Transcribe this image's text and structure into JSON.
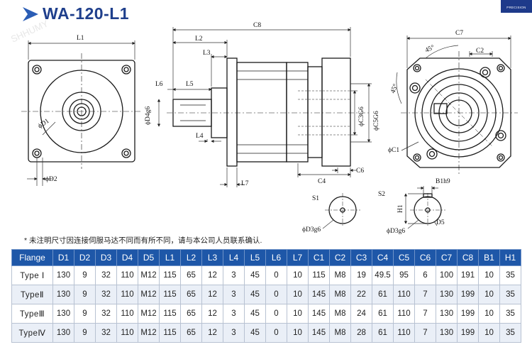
{
  "title": "WA-120-L1",
  "brand": "PRECISION",
  "watermark": "SHHUMY",
  "note": "* 未注明尺寸因连接伺服马达不同而有所不同，请与本公司人员联系确认.",
  "drawing_labels": {
    "front": {
      "L1": "L1",
      "D1": "ϕD1",
      "D2": "ϕD2"
    },
    "side": {
      "C8": "C8",
      "L2": "L2",
      "L3": "L3",
      "L6": "L6",
      "L5": "L5",
      "L4": "L4",
      "L7": "L7",
      "D4": "ϕD4g6",
      "C3": "ϕC3G6",
      "C5": "ϕC5G6",
      "C4": "C4",
      "C6": "C6"
    },
    "rear": {
      "C7": "C7",
      "C2": "C2",
      "angle_top": "45°",
      "angle_left": "45°",
      "C1": "ϕC1"
    },
    "shafts": {
      "S1": "S1",
      "S2": "S2",
      "B1": "B1h9",
      "H1": "H1",
      "D3_s1": "ϕD3g6",
      "D3_s2": "ϕD3g6",
      "D5": "D5"
    }
  },
  "table": {
    "headers": [
      "Flange",
      "D1",
      "D2",
      "D3",
      "D4",
      "D5",
      "L1",
      "L2",
      "L3",
      "L4",
      "L5",
      "L6",
      "L7",
      "C1",
      "C2",
      "C3",
      "C4",
      "C5",
      "C6",
      "C7",
      "C8",
      "B1",
      "H1"
    ],
    "rows": [
      [
        "Type Ⅰ",
        "130",
        "9",
        "32",
        "110",
        "M12",
        "115",
        "65",
        "12",
        "3",
        "45",
        "0",
        "10",
        "115",
        "M8",
        "19",
        "49.5",
        "95",
        "6",
        "100",
        "191",
        "10",
        "35"
      ],
      [
        "TypeⅡ",
        "130",
        "9",
        "32",
        "110",
        "M12",
        "115",
        "65",
        "12",
        "3",
        "45",
        "0",
        "10",
        "145",
        "M8",
        "22",
        "61",
        "110",
        "7",
        "130",
        "199",
        "10",
        "35"
      ],
      [
        "TypeⅢ",
        "130",
        "9",
        "32",
        "110",
        "M12",
        "115",
        "65",
        "12",
        "3",
        "45",
        "0",
        "10",
        "145",
        "M8",
        "24",
        "61",
        "110",
        "7",
        "130",
        "199",
        "10",
        "35"
      ],
      [
        "TypeⅣ",
        "130",
        "9",
        "32",
        "110",
        "M12",
        "115",
        "65",
        "12",
        "3",
        "45",
        "0",
        "10",
        "145",
        "M8",
        "28",
        "61",
        "110",
        "7",
        "130",
        "199",
        "10",
        "35"
      ]
    ]
  },
  "colors": {
    "title": "#1f3f8c",
    "table_header": "#1e57a8",
    "row_alt": "#eaeff7",
    "badge": "#1e3a8a"
  }
}
